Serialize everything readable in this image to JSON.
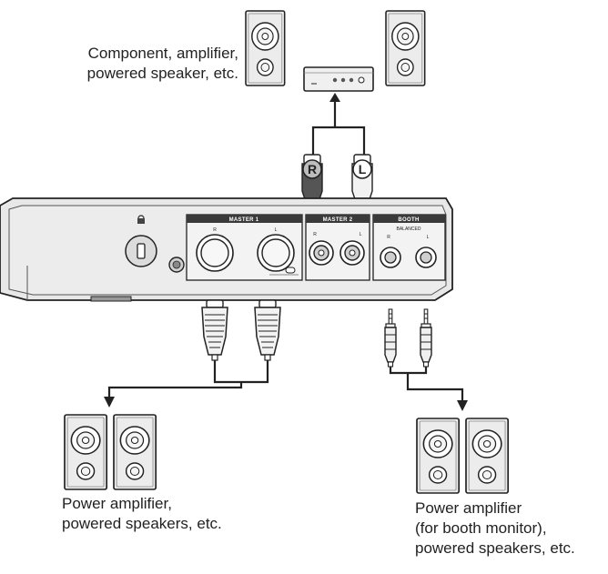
{
  "captions": {
    "top": [
      "Component, amplifier,",
      "powered speaker, etc."
    ],
    "left": [
      "Power amplifier,",
      "powered speakers, etc."
    ],
    "right": [
      "Power amplifier",
      "(for booth monitor),",
      "powered speakers, etc."
    ]
  },
  "panel": {
    "master1": "MASTER 1",
    "master2": "MASTER 2",
    "booth": "BOOTH",
    "balanced": "BALANCED",
    "r": "R",
    "l": "L"
  },
  "plugs": {
    "right_letter": "R",
    "left_letter": "L"
  },
  "colors": {
    "line": "#222222",
    "panel_fill": "#e6e6e6",
    "label_bar": "#3a3a3a",
    "speaker_fill": "#ededed"
  }
}
